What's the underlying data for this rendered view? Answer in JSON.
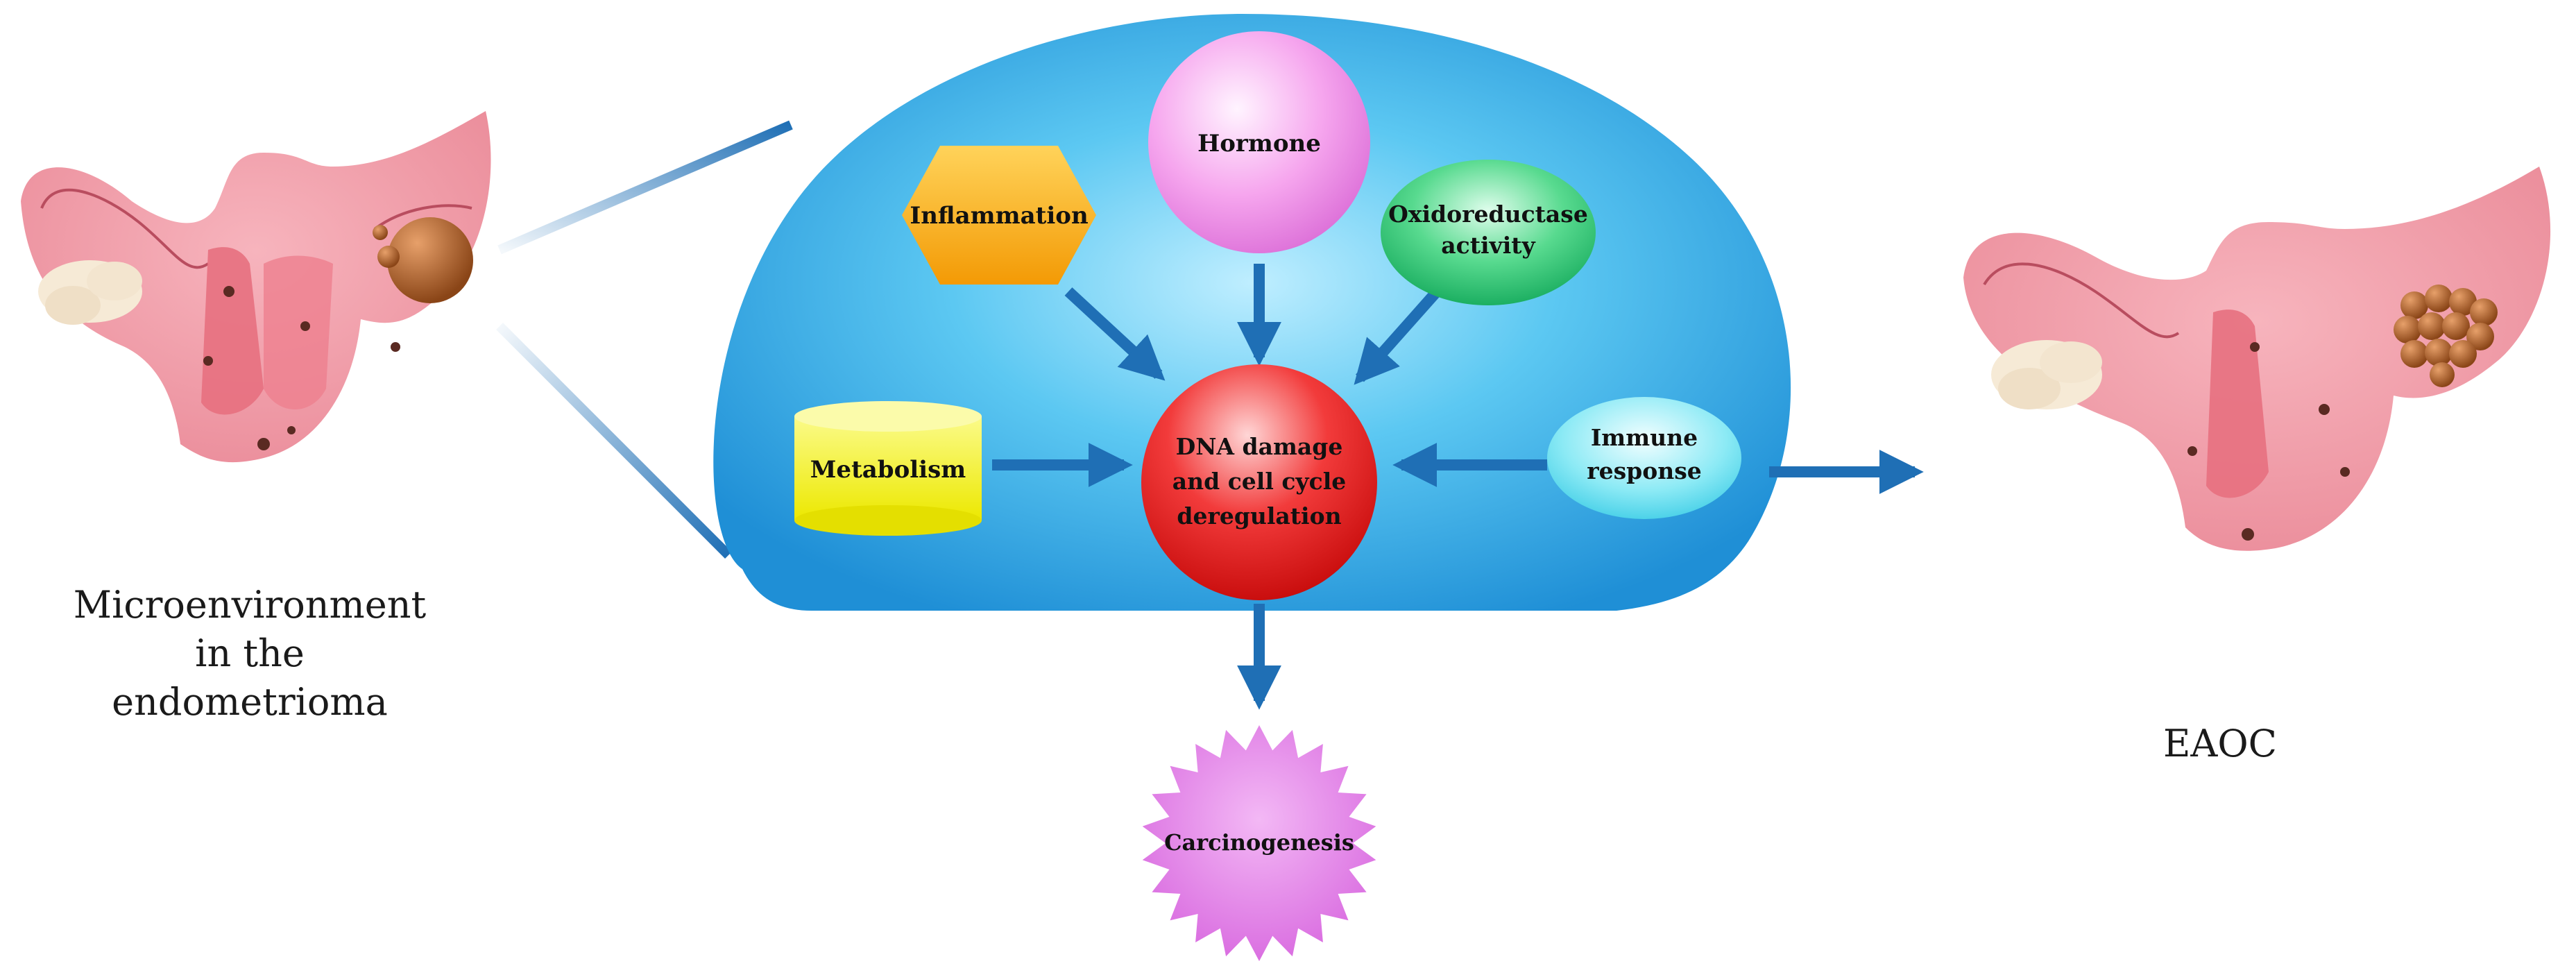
{
  "factors": {
    "hormone": "Hormone",
    "inflammation": "Inflammation",
    "oxidoreductase_line1": "Oxidoreductase",
    "oxidoreductase_line2": "activity",
    "metabolism": "Metabolism",
    "immune_line1": "Immune",
    "immune_line2": "response"
  },
  "center": {
    "line1": "DNA damage",
    "line2": "and cell cycle",
    "line3": "deregulation"
  },
  "outcome": {
    "label": "Carcinogenesis"
  },
  "captions": {
    "left_line1": "Microenvironment",
    "left_line2": "in the",
    "left_line3": "endometrioma",
    "right": "EAOC"
  },
  "colors": {
    "dome": "#3bb8ec",
    "arrow": "#1f6fb5",
    "uterus": "#f3a3ad",
    "cavity": "#e56d7f",
    "hormone": "#f49ae8",
    "inflammation": "#f6b21d",
    "oxidoreductase": "#38c97a",
    "metabolism": "#f3ee1c",
    "immune": "#7fe6f3",
    "center": "#e52020",
    "carcinogenesis": "#e07be6"
  }
}
